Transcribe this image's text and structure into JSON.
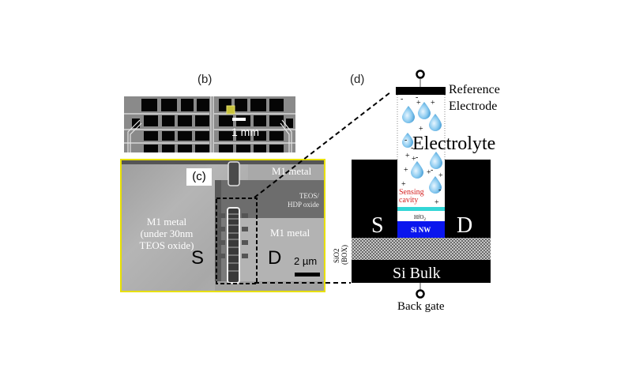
{
  "figure": {
    "panels": {
      "b": {
        "label": "(b)",
        "scale_bar": "1 mm"
      },
      "c": {
        "label": "(c)",
        "texts": {
          "m1_top": "M1 metal",
          "teos_line1": "TEOS/",
          "teos_line2": "HDP oxide",
          "m1_left_line1": "M1 metal",
          "m1_left_line2": "(under 30nm",
          "m1_left_line3": "TEOS oxide)",
          "m1_right": "M1 metal",
          "source": "S",
          "drain": "D",
          "scale_bar": "2 µm"
        },
        "colors": {
          "border": "#e8e000"
        }
      },
      "d": {
        "label": "(d)",
        "texts": {
          "reference_line1": "Reference",
          "reference_line2": "Electrode",
          "electrolyte": "Electrolyte",
          "sensing_line1": "Sensing",
          "sensing_line2": "cavity",
          "hfo2": "HfO",
          "hfo2_sub": "2",
          "si_nw": "Si NW",
          "source": "S",
          "drain": "D",
          "box_line1": "SiO2",
          "box_line2": "(BOX)",
          "bulk": "Si Bulk",
          "back_gate": "Back gate"
        },
        "ions": [
          "+",
          "-",
          "+",
          "-",
          "+",
          "+",
          "-",
          "+",
          "-",
          "+",
          "-",
          "+",
          "+",
          "-",
          "+",
          "-",
          "+"
        ],
        "colors": {
          "block": "#000000",
          "sensing_text": "#d42020",
          "oxide_layer": "#33d6d6",
          "nanowire": "#0a16ee",
          "droplet": "#7ec3ee"
        }
      }
    }
  }
}
